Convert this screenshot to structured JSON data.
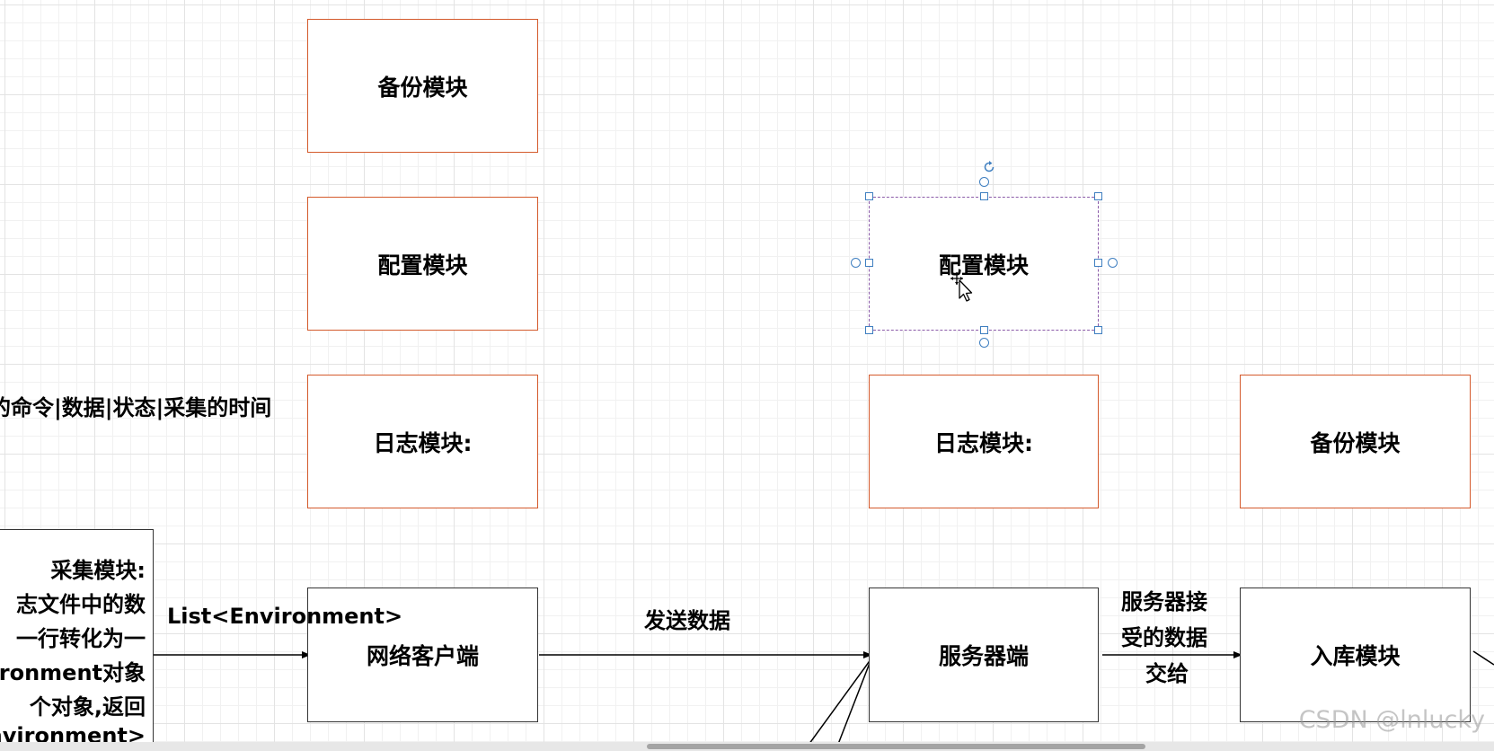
{
  "diagram": {
    "nodes": {
      "backup_top": "备份模块",
      "config_left": "配置模块",
      "log_left": "日志模块:",
      "network_client": "网络客户端",
      "config_selected": "配置模块",
      "log_right": "日志模块:",
      "backup_right": "备份模块",
      "server_side": "服务器端",
      "storage": "入库模块"
    },
    "edge_labels": {
      "list_env": "List<Environment>",
      "send_data": "发送数据",
      "server_hand_1": "服务器接",
      "server_hand_2": "受的数据",
      "server_hand_3": "交给"
    },
    "partial_text": "的命令|数据|状态|采集的时间",
    "collect_box_lines": [
      "采集模块:",
      "志文件中的数",
      "一行转化为一",
      "ironment对象",
      "个对象,返回",
      "Environment>"
    ]
  },
  "watermark": "CSDN @lnlucky",
  "icons": {
    "rotate": "rotate-icon",
    "cursor": "move-cursor-icon"
  },
  "colors": {
    "orange_border": "#d45a2c",
    "dark_border": "#333333",
    "selection": "#3f7fc0"
  }
}
